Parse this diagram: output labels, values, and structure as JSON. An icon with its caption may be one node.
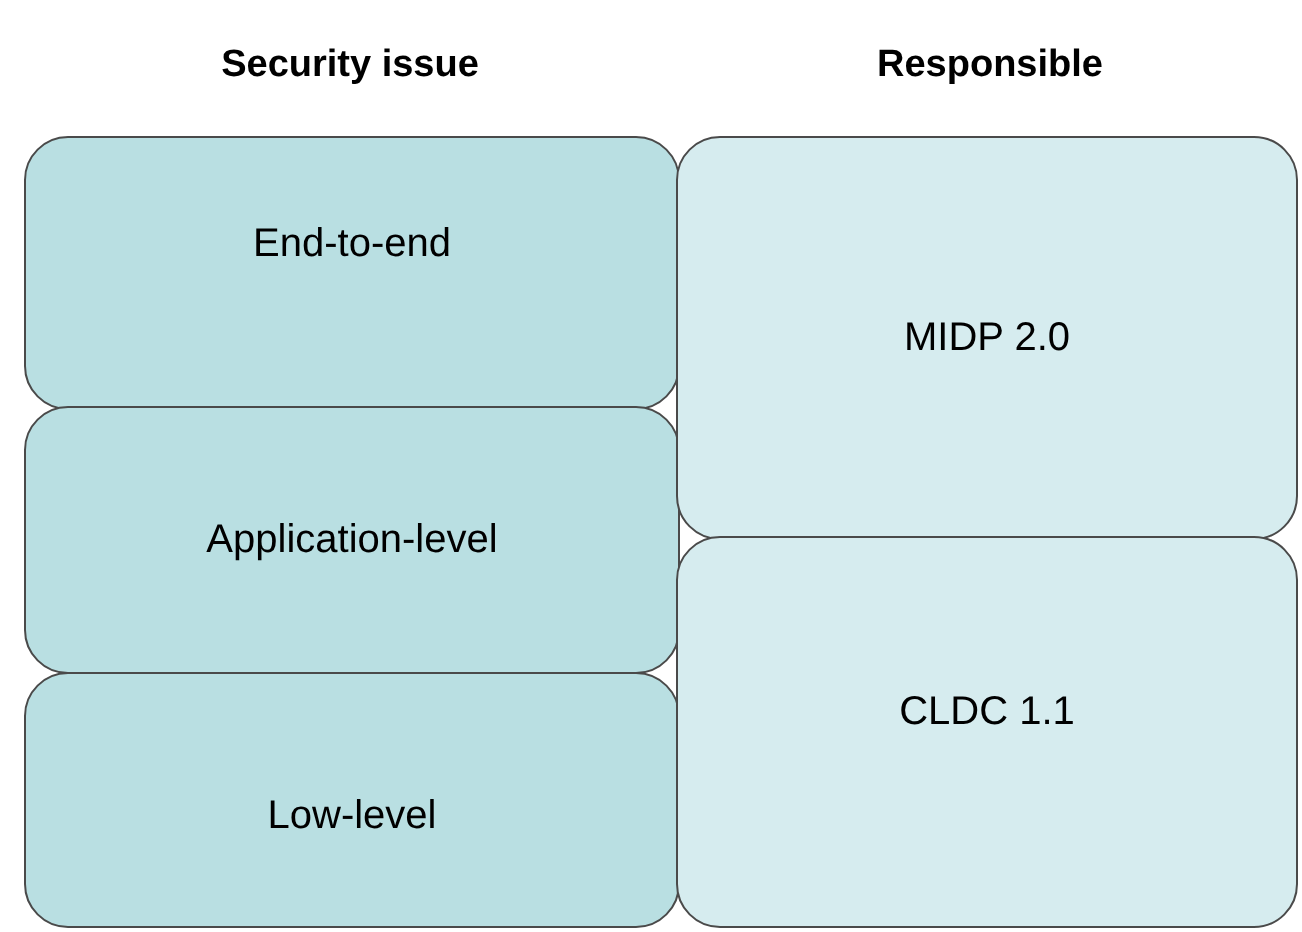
{
  "diagram": {
    "nodes": [
      {
        "text": [
          "End-to-end"
        ]
      },
      {
        "text": [
          "Application-level"
        ]
      },
      {
        "text": [
          "Low-level"
        ]
      },
      {
        "text": [
          "MIDP 2.0"
        ]
      },
      {
        "text": [
          "CLDC 1.1"
        ]
      }
    ],
    "labels": [
      "Security issue",
      "Responsible"
    ]
  }
}
